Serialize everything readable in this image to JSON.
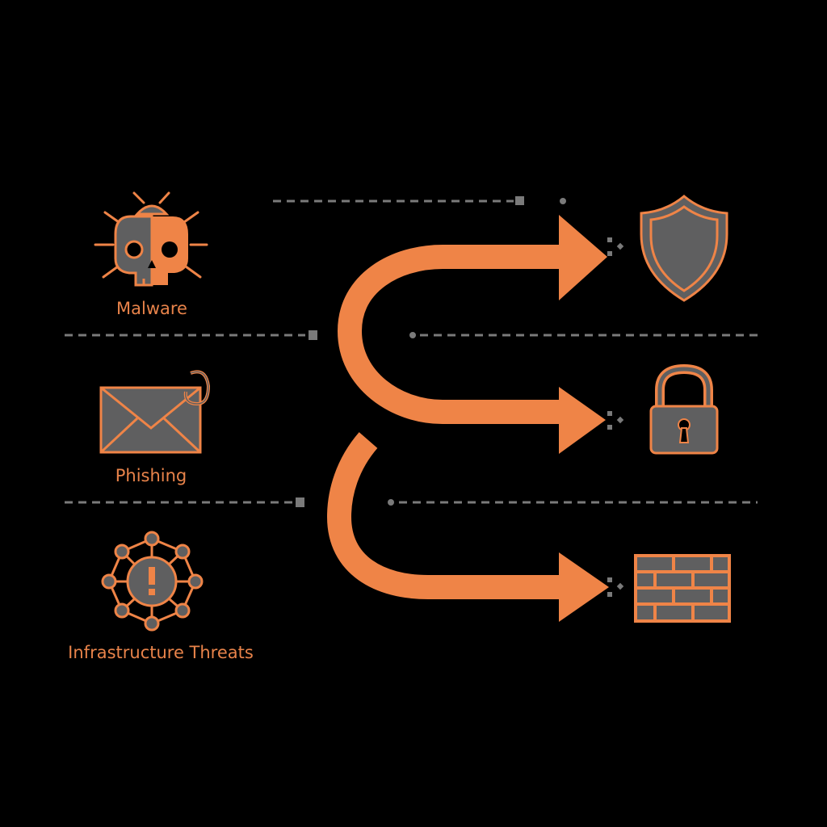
{
  "colors": {
    "background": "#000000",
    "accent": "#ef8447",
    "icon_fill": "#5f5f60",
    "connector": "#7a7a7a"
  },
  "threats": [
    {
      "label": "Malware",
      "icon": "skull-icon"
    },
    {
      "label": "Phishing",
      "icon": "envelope-hook-icon"
    },
    {
      "label": "Infrastructure Threats",
      "icon": "network-alert-icon"
    }
  ],
  "defenses": [
    {
      "icon": "shield-icon"
    },
    {
      "icon": "padlock-icon"
    },
    {
      "icon": "firewall-icon"
    }
  ],
  "flows": [
    {
      "from": "Malware",
      "to": "shield-icon"
    },
    {
      "from": "Phishing",
      "to": "padlock-icon"
    },
    {
      "from": "Infrastructure Threats",
      "to": "firewall-icon"
    }
  ]
}
